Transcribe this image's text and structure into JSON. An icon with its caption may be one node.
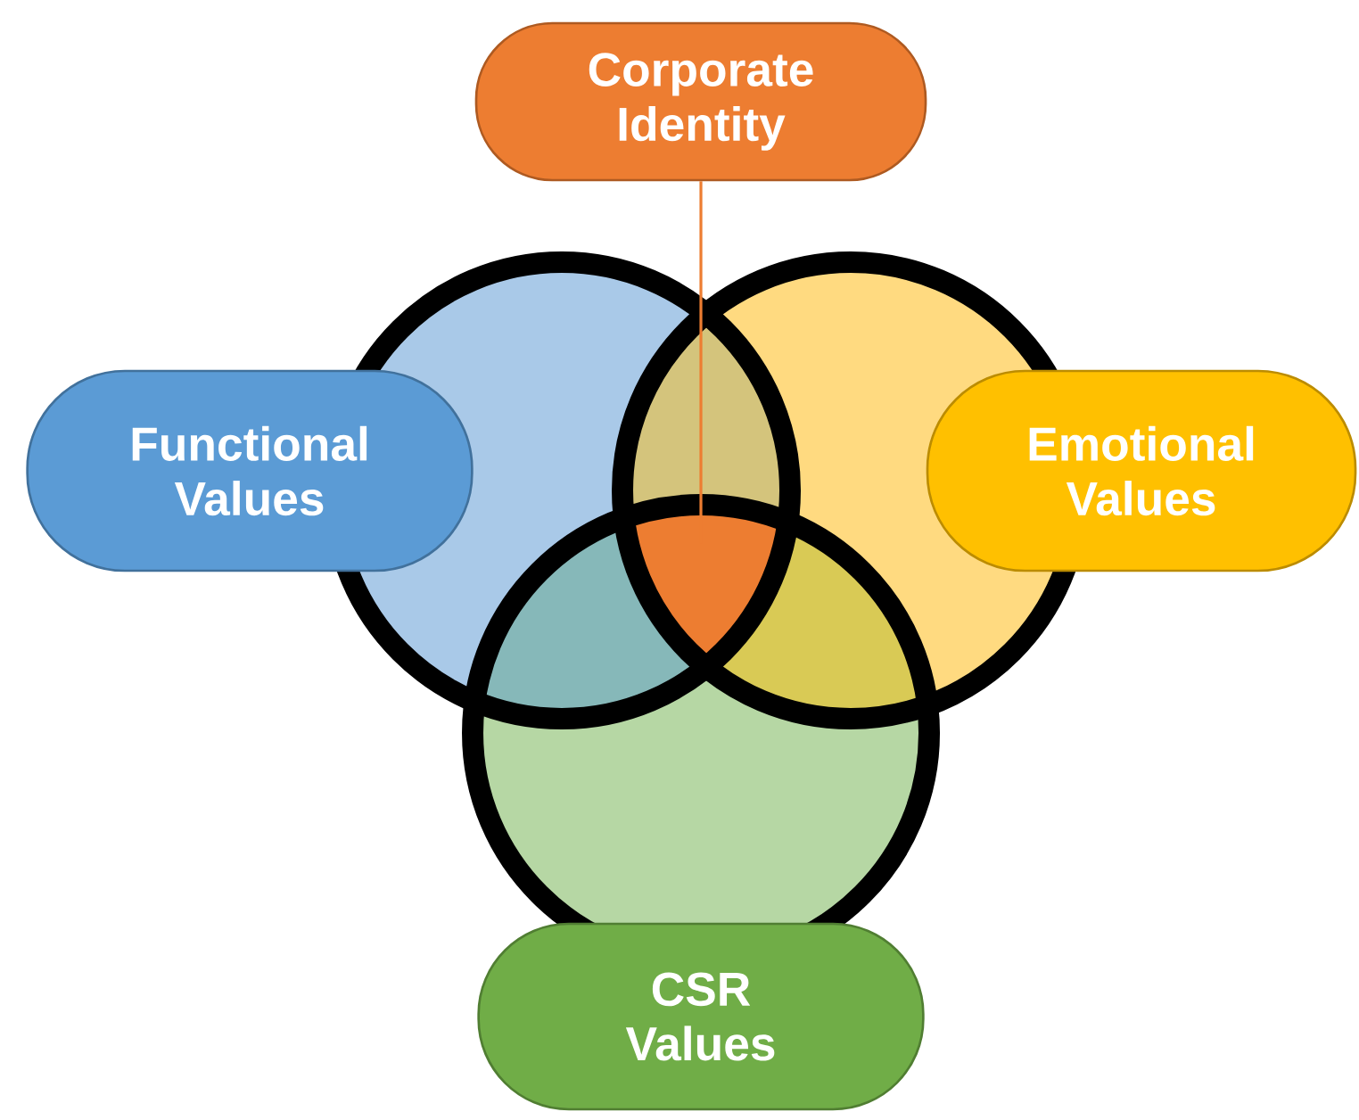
{
  "diagram": {
    "nodes": [
      {
        "text": [
          "Corporate Identity"
        ]
      },
      {
        "text": [
          "Functional Values"
        ]
      },
      {
        "text": [
          "Emotional Values"
        ]
      },
      {
        "text": [
          "CSR Values"
        ]
      },
      {
        "text": [],
        "shape": "triangle"
      }
    ],
    "edges": [
      {
        "from": 0,
        "to": 4,
        "arrow": "none"
      }
    ]
  }
}
